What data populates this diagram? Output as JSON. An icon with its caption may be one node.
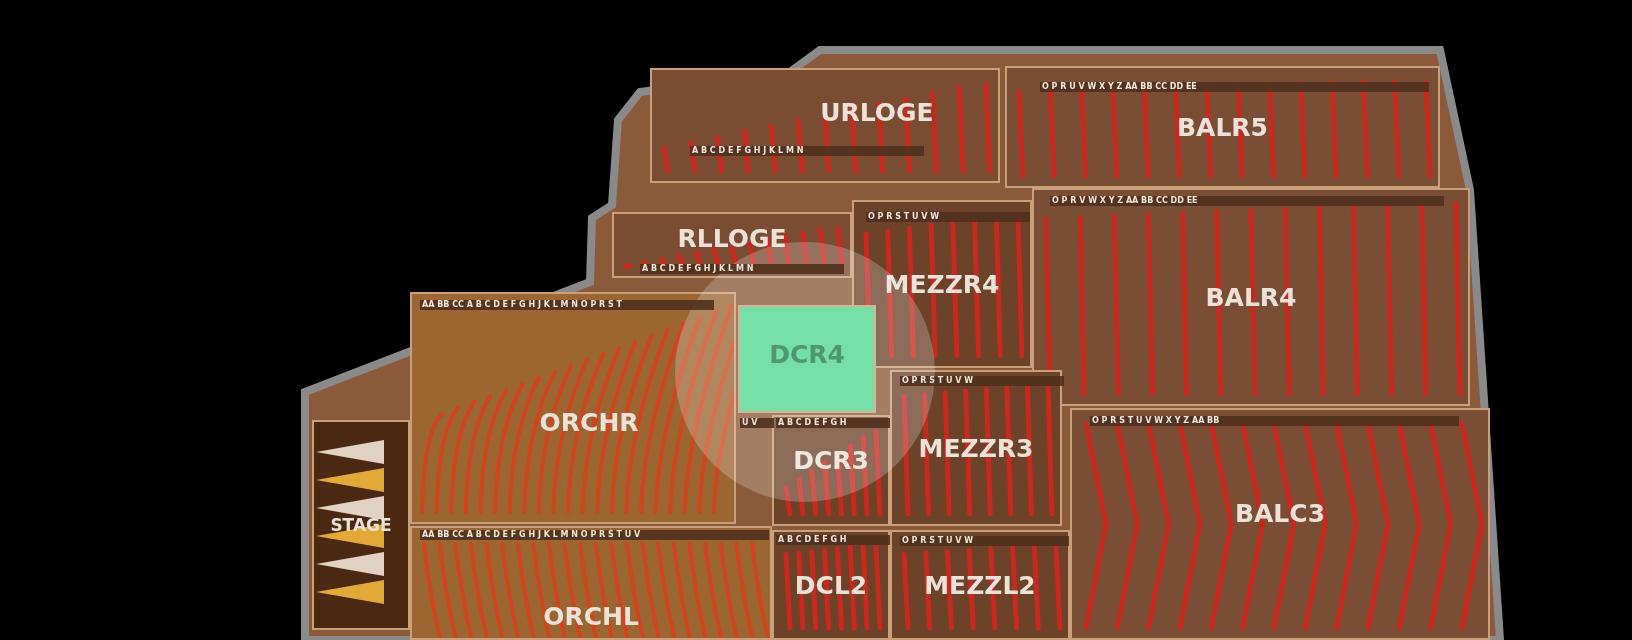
{
  "diagram": {
    "nodes": [
      {
        "text": [
          "URLOGE"
        ]
      },
      {
        "text": [
          "BALR5"
        ]
      },
      {
        "text": [
          "RLLOGE"
        ]
      },
      {
        "text": [
          "MEZZR4"
        ]
      },
      {
        "text": [
          "BALR4"
        ]
      },
      {
        "text": [
          "DCR4"
        ]
      },
      {
        "text": [
          "ORCHR"
        ]
      },
      {
        "text": [
          "MEZZR3"
        ]
      },
      {
        "text": [
          "DCR3"
        ]
      },
      {
        "text": [
          "BALC3"
        ]
      },
      {
        "text": [
          "STAGE"
        ]
      },
      {
        "text": [
          "DCL2"
        ]
      },
      {
        "text": [
          "MEZZL2"
        ]
      },
      {
        "text": [
          "ORCHL"
        ]
      }
    ],
    "labels": [
      "A B C D E F G H J K L M N",
      "O P R U V W X Y Z AA BB CC DD EE",
      "A B C D E F G H J K L M N",
      "O P R S T U V W",
      "O P R V W X Y Z AA BB CC DD EE",
      "AA BB CC A B C D E F G H J K L M N O P R S T",
      "U V",
      "A B C D E F G H",
      "O P R S T U V W",
      "O P R S T U V W X Y Z AA BB",
      "AA BB CC A B C D E F G H J K L M N O P R S T U V",
      "A B C D E F G H",
      "O P R S T U V W"
    ]
  }
}
